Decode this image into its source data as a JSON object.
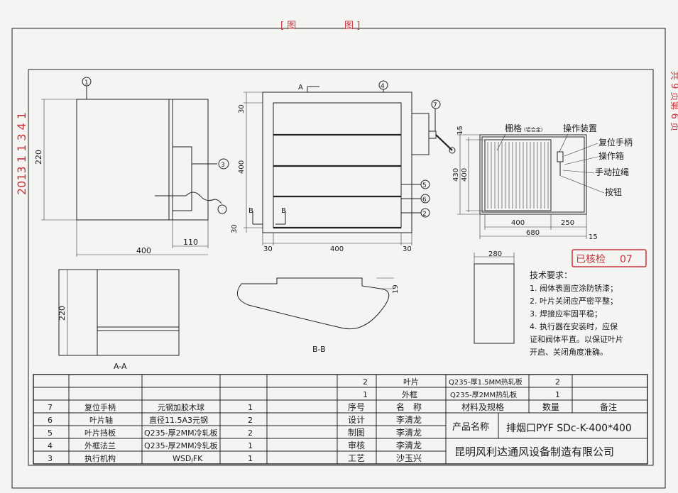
{
  "stamps": {
    "top_left": "[ 图",
    "top_right": "图 ]",
    "vertical_left": "2013 1 1 3 4 1",
    "approved": "已核检",
    "approved_num": "07"
  },
  "page_mark": "共 9 页第 6 页",
  "callouts": {
    "c1": "1",
    "c2": "2",
    "c3": "3",
    "c4": "4",
    "c5": "5",
    "c6": "6",
    "c7": "7"
  },
  "front_view": {
    "dim_height": "220",
    "dim_width": "400",
    "dim_offset": "110"
  },
  "side_view": {
    "section_a": "A",
    "section_b1": "B",
    "section_b2": "B",
    "dim_top": "30",
    "dim_middle": "400",
    "dim_bottom": "30",
    "dim_left": "30",
    "dim_center": "400",
    "dim_right": "30"
  },
  "grille_view": {
    "label_grille": "栅格",
    "label_grille_note": "(铝合金)",
    "label_operator": "操作装置",
    "label_reset": "复位手柄",
    "label_box": "操作箱",
    "label_cord": "手动拉绳",
    "label_button": "按钮",
    "dim_15_top": "15",
    "dim_430": "430",
    "dim_400_v": "400",
    "dim_400_h": "400",
    "dim_250": "250",
    "dim_680": "680",
    "dim_15_bottom": "15"
  },
  "small_view": {
    "dim": "280"
  },
  "section_aa": {
    "dim": "220",
    "label": "A-A"
  },
  "section_bb": {
    "dim": "19",
    "label": "B-B"
  },
  "tech": {
    "title": "技术要求：",
    "items": [
      "1.   阀体表面应涂防锈漆；",
      "2.   叶片关闭应严密平整；",
      "3.   焊接应牢固平稳；",
      "4.   执行器在安装时，应保",
      "证和阀体平直。以保证叶片",
      "开启、关闭角度准确。"
    ]
  },
  "bom_left": {
    "rows": [
      {
        "no": "7",
        "name": "复位手柄",
        "spec": "元钢加胶木球",
        "qty": "1"
      },
      {
        "no": "6",
        "name": "叶片轴",
        "spec": "直径11.5A3元钢",
        "qty": "2"
      },
      {
        "no": "5",
        "name": "叶片挡板",
        "spec": "Q235-厚2MM冷轧板",
        "qty": "2"
      },
      {
        "no": "4",
        "name": "外框法兰",
        "spec": "Q235-厚2MM冷轧板",
        "qty": "1"
      },
      {
        "no": "3",
        "name": "执行机构",
        "spec": "WSD",
        "spec_sub": "f",
        "spec_end": "FK",
        "qty": "1"
      }
    ]
  },
  "bom_right": {
    "rows": [
      {
        "no": "2",
        "name": "叶片",
        "spec": "Q235-厚1.5MM热轧板",
        "qty": "2"
      },
      {
        "no": "1",
        "name": "外框",
        "spec": "Q235-厚2MM热轧板",
        "qty": "1"
      }
    ],
    "header": {
      "no": "序号",
      "name": "名　称",
      "spec": "材料及规格",
      "qty": "数量",
      "note": "备注"
    }
  },
  "title_block": {
    "roles": [
      {
        "role": "设计",
        "person": "李清龙"
      },
      {
        "role": "制图",
        "person": "李清龙"
      },
      {
        "role": "审核",
        "person": "李清龙"
      },
      {
        "role": "工艺",
        "person": "沙玉兴"
      }
    ],
    "product_label": "产品名称",
    "product_name": "排烟口PYF SDc-K-400*400",
    "company": "昆明风利达通风设备制造有限公司"
  }
}
